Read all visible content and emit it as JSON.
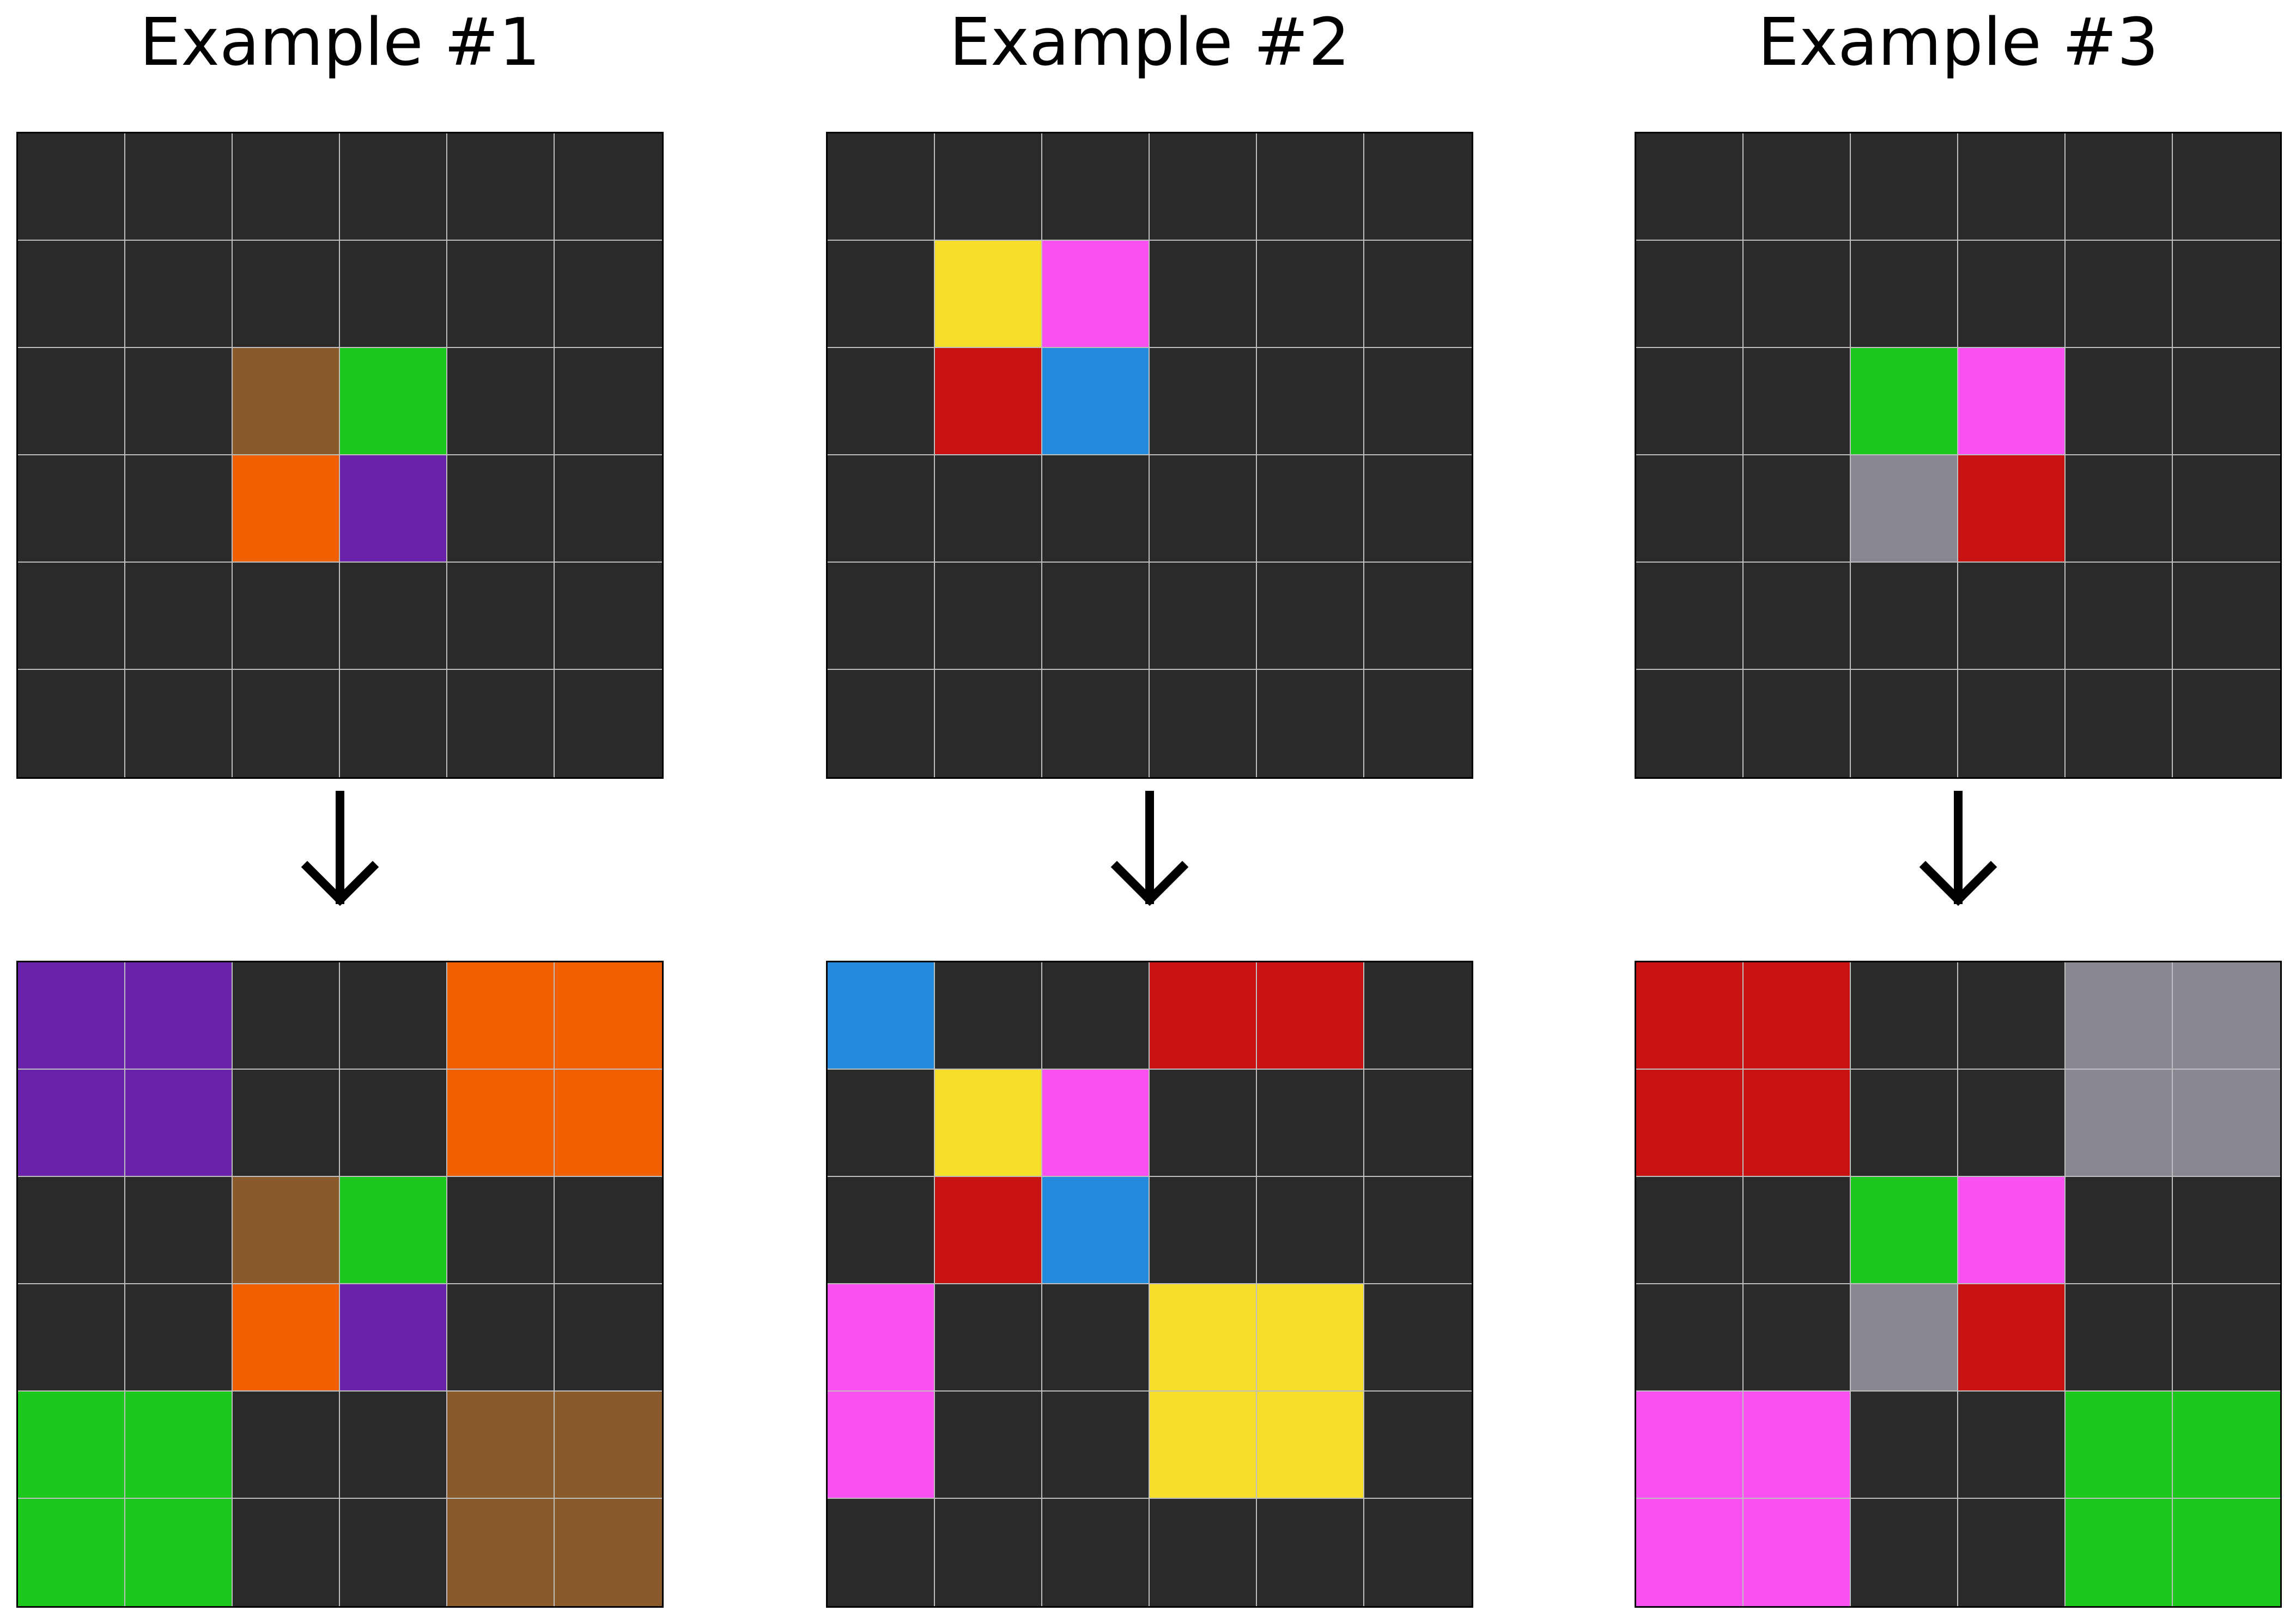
{
  "palette": {
    "0": "#2a2a2a",
    "1": "#8a5a2b",
    "2": "#1ec71e",
    "3": "#f05f00",
    "4": "#6b22aa",
    "5": "#f5df2b",
    "6": "#fa52f0",
    "7": "#c81212",
    "8": "#238bdc",
    "9": "#8a8792"
  },
  "arrow_icon": "down-arrow-icon",
  "examples": [
    {
      "title": "Example #1",
      "input": [
        [
          0,
          0,
          0,
          0,
          0,
          0
        ],
        [
          0,
          0,
          0,
          0,
          0,
          0
        ],
        [
          0,
          0,
          1,
          2,
          0,
          0
        ],
        [
          0,
          0,
          3,
          4,
          0,
          0
        ],
        [
          0,
          0,
          0,
          0,
          0,
          0
        ],
        [
          0,
          0,
          0,
          0,
          0,
          0
        ]
      ],
      "output": [
        [
          4,
          4,
          0,
          0,
          3,
          3
        ],
        [
          4,
          4,
          0,
          0,
          3,
          3
        ],
        [
          0,
          0,
          1,
          2,
          0,
          0
        ],
        [
          0,
          0,
          3,
          4,
          0,
          0
        ],
        [
          2,
          2,
          0,
          0,
          1,
          1
        ],
        [
          2,
          2,
          0,
          0,
          1,
          1
        ]
      ]
    },
    {
      "title": "Example #2",
      "input": [
        [
          0,
          0,
          0,
          0,
          0,
          0
        ],
        [
          0,
          5,
          6,
          0,
          0,
          0
        ],
        [
          0,
          7,
          8,
          0,
          0,
          0
        ],
        [
          0,
          0,
          0,
          0,
          0,
          0
        ],
        [
          0,
          0,
          0,
          0,
          0,
          0
        ],
        [
          0,
          0,
          0,
          0,
          0,
          0
        ]
      ],
      "output": [
        [
          8,
          0,
          0,
          7,
          7,
          0
        ],
        [
          0,
          5,
          6,
          0,
          0,
          0
        ],
        [
          0,
          7,
          8,
          0,
          0,
          0
        ],
        [
          6,
          0,
          0,
          5,
          5,
          0
        ],
        [
          6,
          0,
          0,
          5,
          5,
          0
        ],
        [
          0,
          0,
          0,
          0,
          0,
          0
        ]
      ]
    },
    {
      "title": "Example #3",
      "input": [
        [
          0,
          0,
          0,
          0,
          0,
          0
        ],
        [
          0,
          0,
          0,
          0,
          0,
          0
        ],
        [
          0,
          0,
          2,
          6,
          0,
          0
        ],
        [
          0,
          0,
          9,
          7,
          0,
          0
        ],
        [
          0,
          0,
          0,
          0,
          0,
          0
        ],
        [
          0,
          0,
          0,
          0,
          0,
          0
        ]
      ],
      "output": [
        [
          7,
          7,
          0,
          0,
          9,
          9
        ],
        [
          7,
          7,
          0,
          0,
          9,
          9
        ],
        [
          0,
          0,
          2,
          6,
          0,
          0
        ],
        [
          0,
          0,
          9,
          7,
          0,
          0
        ],
        [
          6,
          6,
          0,
          0,
          2,
          2
        ],
        [
          6,
          6,
          0,
          0,
          2,
          2
        ]
      ]
    }
  ]
}
